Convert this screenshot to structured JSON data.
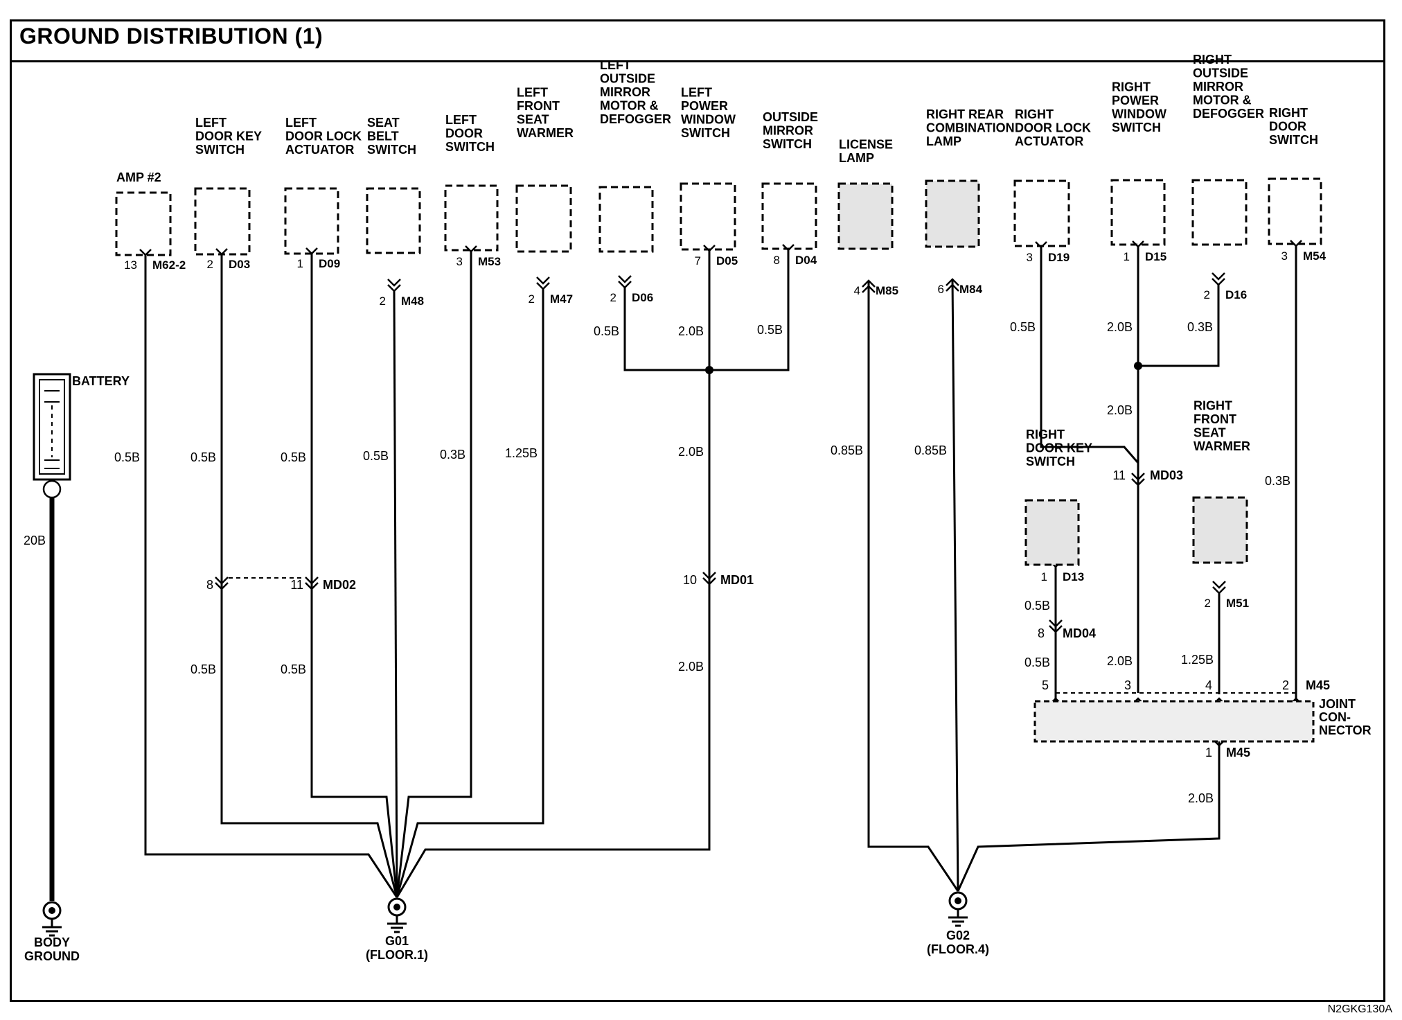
{
  "title": "GROUND DISTRIBUTION (1)",
  "figure_code": "N2GKG130A",
  "components": [
    {
      "id": "amp2",
      "label": [
        "AMP #2"
      ],
      "pin": "13",
      "conn": "M62-2"
    },
    {
      "id": "ldks",
      "label": [
        "LEFT",
        "DOOR KEY",
        "SWITCH"
      ],
      "pin": "2",
      "conn": "D03"
    },
    {
      "id": "ldla",
      "label": [
        "LEFT",
        "DOOR LOCK",
        "ACTUATOR"
      ],
      "pin": "1",
      "conn": "D09"
    },
    {
      "id": "sbs",
      "label": [
        "SEAT",
        "BELT",
        "SWITCH"
      ],
      "pin": "2",
      "conn": "M48"
    },
    {
      "id": "lds",
      "label": [
        "LEFT",
        "DOOR",
        "SWITCH"
      ],
      "pin": "3",
      "conn": "M53"
    },
    {
      "id": "lfsw",
      "label": [
        "LEFT",
        "FRONT",
        "SEAT",
        "WARMER"
      ],
      "pin": "2",
      "conn": "M47"
    },
    {
      "id": "lomd",
      "label": [
        "LEFT",
        "OUTSIDE",
        "MIRROR",
        "MOTOR &",
        "DEFOGGER"
      ],
      "pin": "2",
      "conn": "D06"
    },
    {
      "id": "lpws",
      "label": [
        "LEFT",
        "POWER",
        "WINDOW",
        "SWITCH"
      ],
      "pin": "7",
      "conn": "D05"
    },
    {
      "id": "oms",
      "label": [
        "OUTSIDE",
        "MIRROR",
        "SWITCH"
      ],
      "pin": "8",
      "conn": "D04"
    },
    {
      "id": "ll",
      "label": [
        "LICENSE",
        "LAMP"
      ],
      "pin": "4",
      "conn": "M85"
    },
    {
      "id": "rrcl",
      "label": [
        "RIGHT REAR",
        "COMBINATION",
        "LAMP"
      ],
      "pin": "6",
      "conn": "M84"
    },
    {
      "id": "rdla",
      "label": [
        "RIGHT",
        "DOOR LOCK",
        "ACTUATOR"
      ],
      "pin": "3",
      "conn": "D19"
    },
    {
      "id": "rpws",
      "label": [
        "RIGHT",
        "POWER",
        "WINDOW",
        "SWITCH"
      ],
      "pin": "1",
      "conn": "D15"
    },
    {
      "id": "romd",
      "label": [
        "RIGHT",
        "OUTSIDE",
        "MIRROR",
        "MOTOR &",
        "DEFOGGER"
      ],
      "pin": "2",
      "conn": "D16"
    },
    {
      "id": "rds",
      "label": [
        "RIGHT",
        "DOOR",
        "SWITCH"
      ],
      "pin": "3",
      "conn": "M54"
    },
    {
      "id": "rdks",
      "label": [
        "RIGHT",
        "DOOR KEY",
        "SWITCH"
      ],
      "pin": "1",
      "conn": "D13"
    },
    {
      "id": "rfsw",
      "label": [
        "RIGHT",
        "FRONT",
        "SEAT",
        "WARMER"
      ],
      "pin": "2",
      "conn": "M51"
    }
  ],
  "wires": {
    "amp2": "0.5B",
    "ldks_upper": "0.5B",
    "ldks_lower": "0.5B",
    "ldla_upper": "0.5B",
    "ldla_lower": "0.5B",
    "sbs": "0.5B",
    "lds": "0.3B",
    "lfsw": "1.25B",
    "lomd": "0.5B",
    "lpws": "2.0B",
    "oms": "0.5B",
    "lpws_mid": "2.0B",
    "lpws_lower": "2.0B",
    "ll": "0.85B",
    "rrcl": "0.85B",
    "rdla": "0.5B",
    "rpws": "2.0B",
    "romd": "0.3B",
    "rpws_mid": "2.0B",
    "rds": "0.3B",
    "rdks_upper": "0.5B",
    "rdks_lower": "0.5B",
    "md03_lower": "2.0B",
    "rfsw": "1.25B",
    "m45_out": "2.0B",
    "battery": "20B"
  },
  "connectors": {
    "md02": {
      "name": "MD02",
      "pin_left": "8",
      "pin_right": "11"
    },
    "md01": {
      "name": "MD01",
      "pin": "10"
    },
    "md03": {
      "name": "MD03",
      "pin": "11"
    },
    "md04": {
      "name": "MD04",
      "pin": "8"
    },
    "m45_top": {
      "name": "M45",
      "pins": [
        "5",
        "3",
        "4",
        "2"
      ]
    },
    "m45_bottom": {
      "name": "M45",
      "pin": "1"
    }
  },
  "joint_connector": [
    "JOINT",
    "CON-",
    "NECTOR"
  ],
  "battery_label": "BATTERY",
  "grounds": [
    {
      "id": "body",
      "label": [
        "BODY",
        "GROUND"
      ]
    },
    {
      "id": "g01",
      "label": [
        "G01",
        "(FLOOR.1)"
      ]
    },
    {
      "id": "g02",
      "label": [
        "G02",
        "(FLOOR.4)"
      ]
    }
  ]
}
